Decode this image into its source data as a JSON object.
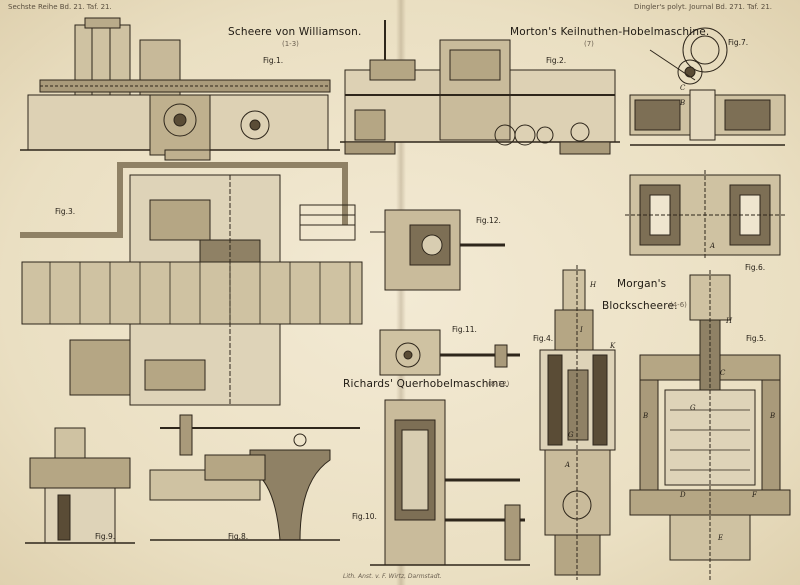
{
  "header": {
    "left": "Sechste Reihe Bd. 21. Taf. 21.",
    "right": "Dingler's polyt. Journal Bd. 271. Taf. 21."
  },
  "titles": {
    "williamson": "Scheere von Williamson.",
    "williamson_range": "(1-3)",
    "morton": "Morton's Keilnuthen-Hobelmaschine.",
    "morton_range": "(7)",
    "morgan_1": "Morgan's",
    "morgan_2": "Blockscheere.",
    "morgan_range": "(4-6)",
    "richards": "Richards' Querhobelmaschine.",
    "richards_range": "(8-12)"
  },
  "figure_labels": {
    "fig1": "Fig.1.",
    "fig2": "Fig.2.",
    "fig3": "Fig.3.",
    "fig4": "Fig.4.",
    "fig5": "Fig.5.",
    "fig6": "Fig.6.",
    "fig7": "Fig.7.",
    "fig8": "Fig.8.",
    "fig9": "Fig.9.",
    "fig10": "Fig.10.",
    "fig11": "Fig.11.",
    "fig12": "Fig.12."
  },
  "part_letters": {
    "H_fig4": "H",
    "I_fig4": "I",
    "K_fig4": "K",
    "G_fig4": "G",
    "A_fig4": "A",
    "H_fig5": "H",
    "C_fig5": "C",
    "G_fig5": "G",
    "B_left": "B",
    "B_right": "B",
    "D_fig5": "D",
    "F_fig5": "F",
    "E_fig5": "E",
    "A_fig6": "A",
    "C_fig7": "C",
    "B_fig7": "B"
  },
  "footer": "Lith. Anst. v. F. Wirtz, Darmstadt."
}
